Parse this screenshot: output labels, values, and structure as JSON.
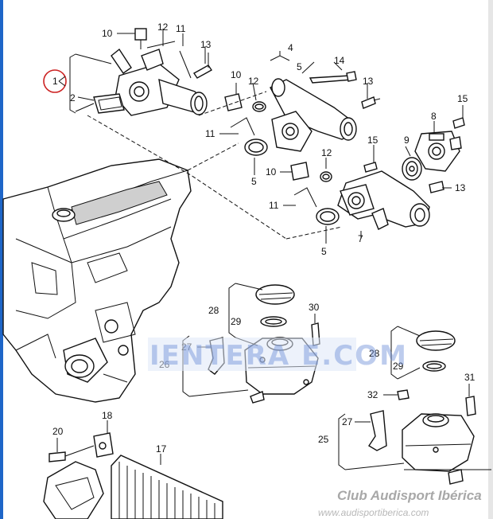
{
  "diagram": {
    "labels": [
      {
        "id": "l10a",
        "text": "10"
      },
      {
        "id": "l12a",
        "text": "12"
      },
      {
        "id": "l11a",
        "text": "11"
      },
      {
        "id": "l13a",
        "text": "13"
      },
      {
        "id": "l1",
        "text": "1"
      },
      {
        "id": "l2",
        "text": "2"
      },
      {
        "id": "l4",
        "text": "4"
      },
      {
        "id": "l5a",
        "text": "5"
      },
      {
        "id": "l14",
        "text": "14"
      },
      {
        "id": "l10b",
        "text": "10"
      },
      {
        "id": "l12b",
        "text": "12"
      },
      {
        "id": "l13b",
        "text": "13"
      },
      {
        "id": "l15a",
        "text": "15"
      },
      {
        "id": "l8",
        "text": "8"
      },
      {
        "id": "l11b",
        "text": "11"
      },
      {
        "id": "l5b",
        "text": "5"
      },
      {
        "id": "l15b",
        "text": "15"
      },
      {
        "id": "l9",
        "text": "9"
      },
      {
        "id": "l12c",
        "text": "12"
      },
      {
        "id": "l10c",
        "text": "10"
      },
      {
        "id": "l13c",
        "text": "13"
      },
      {
        "id": "l11c",
        "text": "11"
      },
      {
        "id": "l7",
        "text": "7"
      },
      {
        "id": "l5c",
        "text": "5"
      },
      {
        "id": "l28a",
        "text": "28"
      },
      {
        "id": "l30",
        "text": "30"
      },
      {
        "id": "l29a",
        "text": "29"
      },
      {
        "id": "l27a",
        "text": "27"
      },
      {
        "id": "l26",
        "text": "26"
      },
      {
        "id": "l28b",
        "text": "28"
      },
      {
        "id": "l29b",
        "text": "29"
      },
      {
        "id": "l31",
        "text": "31"
      },
      {
        "id": "l32",
        "text": "32"
      },
      {
        "id": "l27b",
        "text": "27"
      },
      {
        "id": "l25",
        "text": "25"
      },
      {
        "id": "l18",
        "text": "18"
      },
      {
        "id": "l20",
        "text": "20"
      },
      {
        "id": "l17",
        "text": "17"
      }
    ]
  },
  "watermark": {
    "text": "IENTERA E.COM"
  },
  "footer": {
    "club": "Club Audisport Ibérica",
    "url": "www.audisportiberica.com"
  },
  "colors": {
    "highlight_circle": "#cc2222",
    "border": "#1e66c8",
    "watermark": "#6e90d8"
  }
}
